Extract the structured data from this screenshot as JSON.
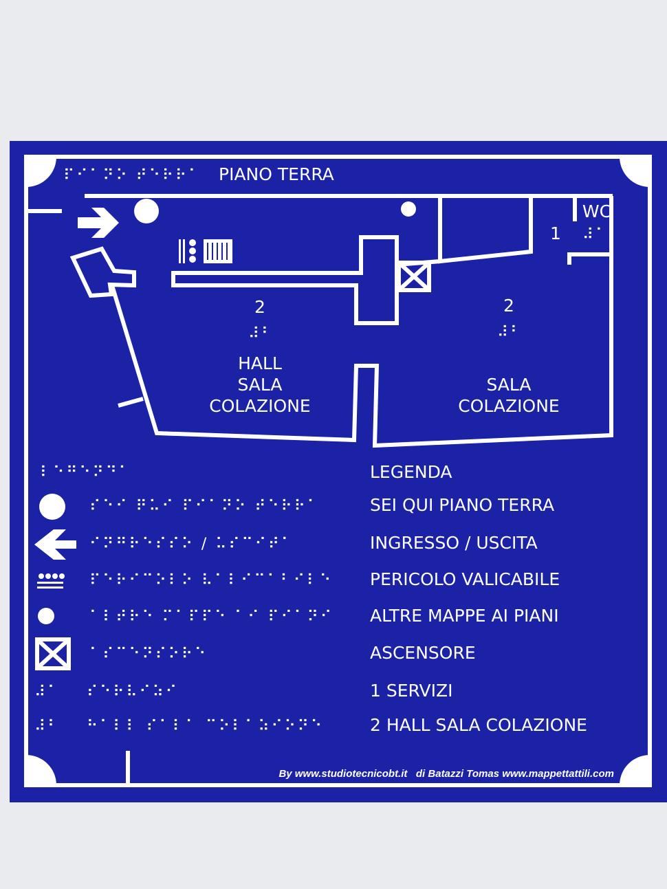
{
  "sign": {
    "title": "PIANO TERRA",
    "title_braille": "⠏⠊⠁⠝⠕ ⠞⠑⠗⠗⠁",
    "colors": {
      "plate": "#1b22a6",
      "lines": "#ffffff",
      "background": "#e9ebee"
    }
  },
  "map": {
    "room_left": {
      "number": "2",
      "number_braille": "⠼⠃",
      "lines": [
        "HALL",
        "SALA",
        "COLAZIONE"
      ]
    },
    "room_right": {
      "number": "2",
      "number_braille": "⠼⠃",
      "lines": [
        "SALA",
        "COLAZIONE"
      ]
    },
    "wc": {
      "label": "WC",
      "number": "1",
      "number_braille": "⠼⠁"
    }
  },
  "legend": {
    "title": "LEGENDA",
    "title_braille": "⠇⠑⠛⠑⠝⠙⠁",
    "items": [
      {
        "icon": "circle-large-icon",
        "braille": "⠎⠑⠊ ⠟⠥⠊ ⠏⠊⠁⠝⠕ ⠞⠑⠗⠗⠁",
        "label": "SEI QUI PIANO TERRA"
      },
      {
        "icon": "arrow-left-icon",
        "braille": "⠊⠝⠛⠗⠑⠎⠎⠕ / ⠥⠎⠉⠊⠞⠁",
        "label": "INGRESSO / USCITA"
      },
      {
        "icon": "hazard-icon",
        "braille": "⠏⠑⠗⠊⠉⠕⠇⠕ ⠧⠁⠇⠊⠉⠁⠃⠊⠇⠑",
        "label": "PERICOLO VALICABILE"
      },
      {
        "icon": "circle-small-icon",
        "braille": "⠁⠇⠞⠗⠑ ⠍⠁⠏⠏⠑ ⠁⠊ ⠏⠊⠁⠝⠊",
        "label": "ALTRE MAPPE AI PIANI"
      },
      {
        "icon": "elevator-icon",
        "braille": "⠁⠎⠉⠑⠝⠎⠕⠗⠑",
        "label": "ASCENSORE"
      },
      {
        "icon": "braille-1-icon",
        "key": "⠼⠁",
        "braille": "⠎⠑⠗⠧⠊⠵⠊",
        "label": "1 SERVIZI"
      },
      {
        "icon": "braille-2-icon",
        "key": "⠼⠃",
        "braille": "⠓⠁⠇⠇ ⠎⠁⠇⠁ ⠉⠕⠇⠁⠵⠊⠕⠝⠑",
        "label": "2 HALL SALA COLAZIONE"
      }
    ]
  },
  "footer": {
    "credit": "By www.studiotecnicobt.it   di Batazzi Tomas www.mappettattili.com"
  }
}
